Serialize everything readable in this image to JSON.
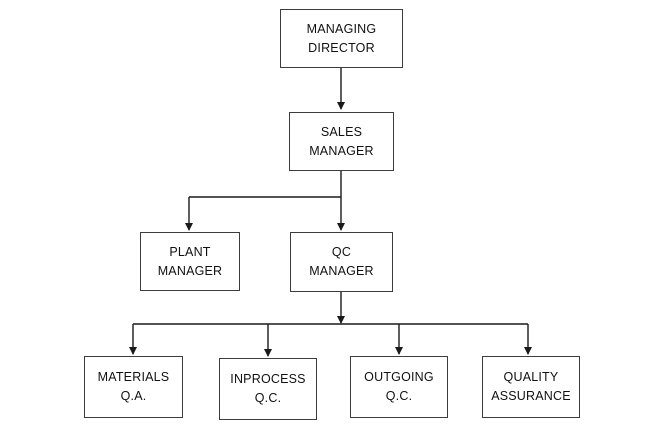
{
  "org_chart": {
    "nodes": {
      "managing_director": {
        "line1": "MANAGING",
        "line2": "DIRECTOR"
      },
      "sales_manager": {
        "line1": "SALES",
        "line2": "MANAGER"
      },
      "plant_manager": {
        "line1": "PLANT",
        "line2": "MANAGER"
      },
      "qc_manager": {
        "line1": "QC",
        "line2": "MANAGER"
      },
      "materials_qa": {
        "line1": "MATERIALS",
        "line2": "Q.A."
      },
      "inprocess_qc": {
        "line1": "INPROCESS",
        "line2": "Q.C."
      },
      "outgoing_qc": {
        "line1": "OUTGOING",
        "line2": "Q.C."
      },
      "quality_assurance": {
        "line1": "QUALITY",
        "line2": "ASSURANCE"
      }
    },
    "reporting_lines": [
      {
        "from": "managing_director",
        "to": "sales_manager"
      },
      {
        "from": "sales_manager",
        "to": "plant_manager"
      },
      {
        "from": "sales_manager",
        "to": "qc_manager"
      },
      {
        "from": "qc_manager",
        "to": "materials_qa"
      },
      {
        "from": "qc_manager",
        "to": "inprocess_qc"
      },
      {
        "from": "qc_manager",
        "to": "outgoing_qc"
      },
      {
        "from": "qc_manager",
        "to": "quality_assurance"
      }
    ],
    "colors": {
      "box_border": "#3d3d3d",
      "line": "#1a1a1a",
      "text": "#111111"
    }
  }
}
